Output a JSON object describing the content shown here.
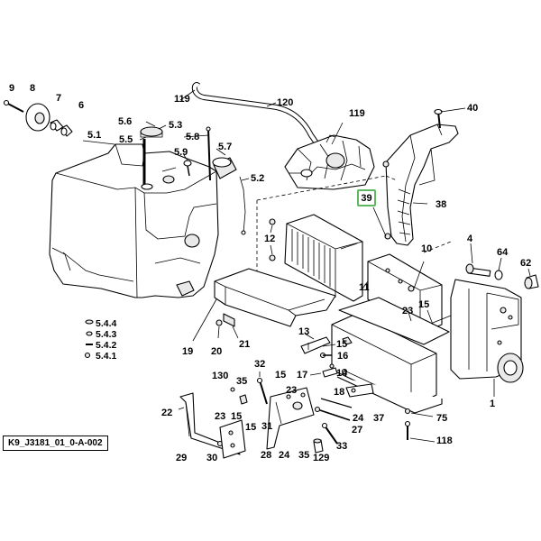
{
  "diagram": {
    "reference_code": "K9_J3181_01_0-A-002",
    "highlighted_part": "39",
    "callouts": [
      {
        "key": "c9",
        "label": "9"
      },
      {
        "key": "c8",
        "label": "8"
      },
      {
        "key": "c7",
        "label": "7"
      },
      {
        "key": "c6",
        "label": "6"
      },
      {
        "key": "c119a",
        "label": "119"
      },
      {
        "key": "c120",
        "label": "120"
      },
      {
        "key": "c119b",
        "label": "119"
      },
      {
        "key": "c40",
        "label": "40"
      },
      {
        "key": "c5_6",
        "label": "5.6"
      },
      {
        "key": "c5_3",
        "label": "5.3"
      },
      {
        "key": "c5_1",
        "label": "5.1"
      },
      {
        "key": "c5_5",
        "label": "5.5"
      },
      {
        "key": "c5_8",
        "label": "5.8"
      },
      {
        "key": "c5_9",
        "label": "5.9"
      },
      {
        "key": "c5_7",
        "label": "5.7"
      },
      {
        "key": "c5_2",
        "label": "5.2"
      },
      {
        "key": "c38",
        "label": "38"
      },
      {
        "key": "c12",
        "label": "12"
      },
      {
        "key": "c10",
        "label": "10"
      },
      {
        "key": "c4",
        "label": "4"
      },
      {
        "key": "c64",
        "label": "64"
      },
      {
        "key": "c62",
        "label": "62"
      },
      {
        "key": "c11",
        "label": "11"
      },
      {
        "key": "c15a",
        "label": "15"
      },
      {
        "key": "c23a",
        "label": "23"
      },
      {
        "key": "c5_4_4",
        "label": "5.4.4"
      },
      {
        "key": "c5_4_3",
        "label": "5.4.3"
      },
      {
        "key": "c5_4_2",
        "label": "5.4.2"
      },
      {
        "key": "c5_4_1",
        "label": "5.4.1"
      },
      {
        "key": "c13",
        "label": "13"
      },
      {
        "key": "c19",
        "label": "19"
      },
      {
        "key": "c20",
        "label": "20"
      },
      {
        "key": "c21",
        "label": "21"
      },
      {
        "key": "c15b",
        "label": "15"
      },
      {
        "key": "c16",
        "label": "16"
      },
      {
        "key": "c17",
        "label": "17"
      },
      {
        "key": "c14",
        "label": "14"
      },
      {
        "key": "c18",
        "label": "18"
      },
      {
        "key": "c130",
        "label": "130"
      },
      {
        "key": "c32",
        "label": "32"
      },
      {
        "key": "c15c",
        "label": "15"
      },
      {
        "key": "c35a",
        "label": "35"
      },
      {
        "key": "c23b",
        "label": "23"
      },
      {
        "key": "c1",
        "label": "1"
      },
      {
        "key": "c22",
        "label": "22"
      },
      {
        "key": "c23c",
        "label": "23"
      },
      {
        "key": "c15d",
        "label": "15"
      },
      {
        "key": "c15e",
        "label": "15"
      },
      {
        "key": "c31",
        "label": "31"
      },
      {
        "key": "c24a",
        "label": "24"
      },
      {
        "key": "c37",
        "label": "37"
      },
      {
        "key": "c75",
        "label": "75"
      },
      {
        "key": "c27",
        "label": "27"
      },
      {
        "key": "c33",
        "label": "33"
      },
      {
        "key": "c118",
        "label": "118"
      },
      {
        "key": "c29",
        "label": "29"
      },
      {
        "key": "c30",
        "label": "30"
      },
      {
        "key": "c28",
        "label": "28"
      },
      {
        "key": "c24b",
        "label": "24"
      },
      {
        "key": "c35b",
        "label": "35"
      },
      {
        "key": "c129",
        "label": "129"
      }
    ]
  }
}
